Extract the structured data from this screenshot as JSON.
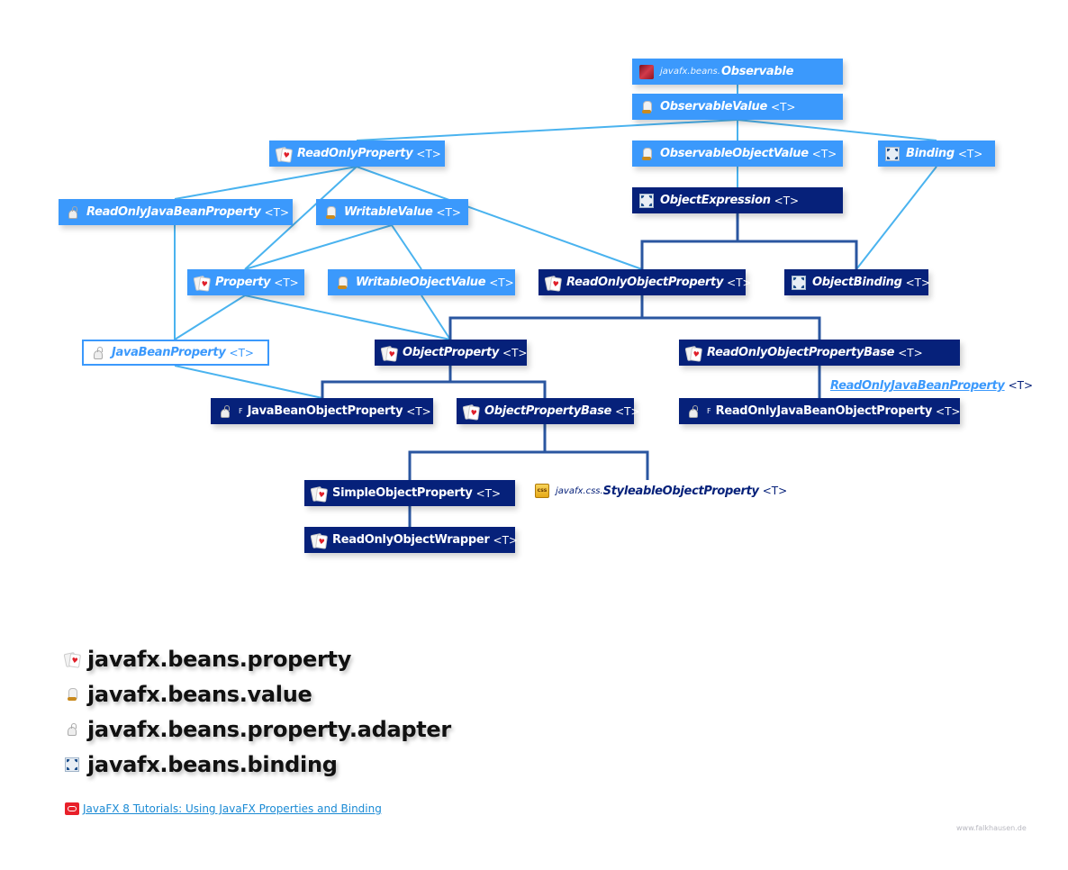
{
  "diagram": {
    "colors": {
      "interface": "#3b99fc",
      "class": "#06217a",
      "interface_edge": "#4ab3ef",
      "class_edge": "#2a56a0"
    },
    "nodes": {
      "observable": {
        "pkg": "javafx.beans.",
        "name": "Observable",
        "generic": "",
        "icon": "observable-icon",
        "kind": "interface"
      },
      "observable_value": {
        "name": "ObservableValue",
        "generic": "<T>",
        "icon": "chess-knight-icon",
        "kind": "interface"
      },
      "read_only_property": {
        "name": "ReadOnlyProperty",
        "generic": "<T>",
        "icon": "cards-icon",
        "kind": "interface"
      },
      "observable_object_value": {
        "name": "ObservableObjectValue",
        "generic": "<T>",
        "icon": "chess-knight-icon",
        "kind": "interface"
      },
      "binding": {
        "name": "Binding",
        "generic": "<T>",
        "icon": "binding-icon",
        "kind": "interface"
      },
      "read_only_java_bean_property": {
        "name": "ReadOnlyJavaBeanProperty",
        "generic": "<T>",
        "icon": "adapter-plug-icon",
        "kind": "interface"
      },
      "writable_value": {
        "name": "WritableValue",
        "generic": "<T>",
        "icon": "chess-knight-icon",
        "kind": "interface"
      },
      "object_expression": {
        "name": "ObjectExpression",
        "generic": "<T>",
        "icon": "binding-icon",
        "kind": "abstract-class"
      },
      "property": {
        "name": "Property",
        "generic": "<T>",
        "icon": "cards-icon",
        "kind": "interface"
      },
      "writable_object_value": {
        "name": "WritableObjectValue",
        "generic": "<T>",
        "icon": "chess-knight-icon",
        "kind": "interface"
      },
      "read_only_object_property": {
        "name": "ReadOnlyObjectProperty",
        "generic": "<T>",
        "icon": "cards-icon",
        "kind": "abstract-class"
      },
      "object_binding": {
        "name": "ObjectBinding",
        "generic": "<T>",
        "icon": "binding-icon",
        "kind": "abstract-class"
      },
      "java_bean_property": {
        "name": "JavaBeanProperty",
        "generic": "<T>",
        "icon": "adapter-plug-icon",
        "kind": "interface-outline"
      },
      "object_property": {
        "name": "ObjectProperty",
        "generic": "<T>",
        "icon": "cards-icon",
        "kind": "abstract-class"
      },
      "read_only_object_property_base": {
        "name": "ReadOnlyObjectPropertyBase",
        "generic": "<T>",
        "icon": "cards-icon",
        "kind": "abstract-class"
      },
      "java_bean_object_property": {
        "final_mark": "F",
        "name": "JavaBeanObjectProperty",
        "generic": "<T>",
        "icon": "adapter-plug-icon",
        "kind": "final-class"
      },
      "object_property_base": {
        "name": "ObjectPropertyBase",
        "generic": "<T>",
        "icon": "cards-icon",
        "kind": "abstract-class"
      },
      "read_only_java_bean_object_property": {
        "final_mark": "F",
        "name": "ReadOnlyJavaBeanObjectProperty",
        "generic": "<T>",
        "icon": "adapter-plug-icon",
        "kind": "final-class"
      },
      "simple_object_property": {
        "name": "SimpleObjectProperty",
        "generic": "<T>",
        "icon": "cards-icon",
        "kind": "class"
      },
      "read_only_object_wrapper": {
        "name": "ReadOnlyObjectWrapper",
        "generic": "<T>",
        "icon": "cards-icon",
        "kind": "class"
      },
      "styleable_object_property": {
        "pkg": "javafx.css.",
        "name": "StyleableObjectProperty",
        "generic": "<T>",
        "icon": "css-icon",
        "kind": "abstract-class"
      }
    },
    "interface_label": {
      "name": "ReadOnlyJavaBeanProperty",
      "generic": "<T>"
    }
  },
  "legend": [
    {
      "icon": "cards-icon",
      "label": "javafx.beans.property"
    },
    {
      "icon": "chess-knight-icon",
      "label": "javafx.beans.value"
    },
    {
      "icon": "adapter-plug-icon",
      "label": "javafx.beans.property.adapter"
    },
    {
      "icon": "binding-icon",
      "label": "javafx.beans.binding"
    }
  ],
  "footer": {
    "link_text": "JavaFX 8 Tutorials: Using JavaFX Properties and Binding",
    "credit": "www.falkhausen.de"
  }
}
